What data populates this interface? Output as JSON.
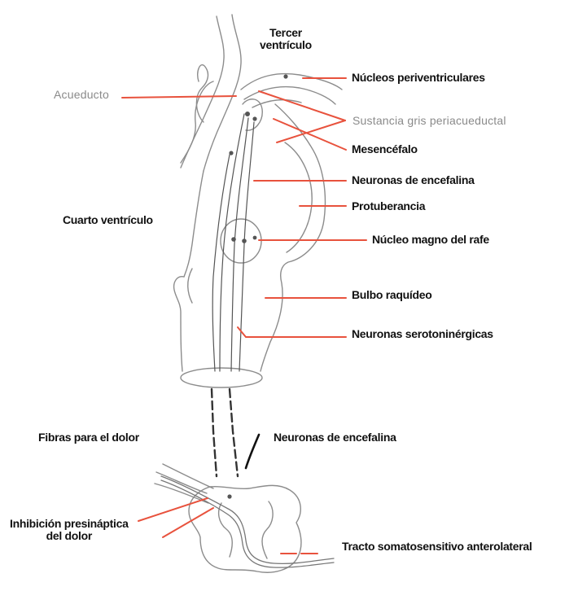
{
  "labels": {
    "tercer_ventriculo": "Tercer\nventrículo",
    "acueducto": "Acueducto",
    "nucleos_periventriculares": "Núcleos periventriculares",
    "sustancia_gris": "Sustancia gris periacueductal",
    "mesencefalo": "Mesencéfalo",
    "neuronas_encefalina": "Neuronas de encefalina",
    "protuberancia": "Protuberancia",
    "cuarto_ventriculo": "Cuarto ventrículo",
    "nucleo_magno": "Núcleo magno del rafe",
    "bulbo": "Bulbo raquídeo",
    "neuronas_serotoninergicas": "Neuronas serotoninérgicas",
    "fibras_dolor": "Fibras para el dolor",
    "neuronas_encefalina_2": "Neuronas de encefalina",
    "inhibicion": "Inhibición presináptica\ndel dolor",
    "tracto": "Tracto somatosensitivo anterolateral"
  },
  "colors": {
    "leader": "#e8523d",
    "outline": "#8c8c8c",
    "neuron": "#555555",
    "text": "#111111",
    "light_text": "#8a8a8a"
  }
}
